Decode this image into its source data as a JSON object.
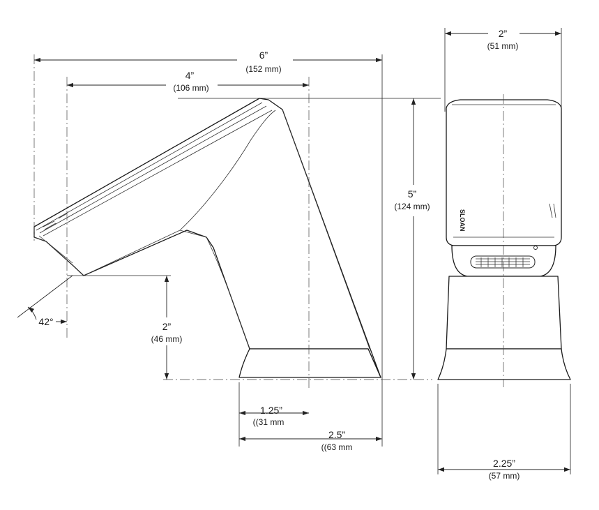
{
  "dimensions": {
    "total_length": {
      "imperial": "6”",
      "metric": "(152 mm)"
    },
    "spout_reach": {
      "imperial": "4”",
      "metric": "(106 mm)"
    },
    "height": {
      "imperial": "5”",
      "metric": "(124 mm)"
    },
    "spout_clearance": {
      "imperial": "2”",
      "metric": "(46 mm)"
    },
    "angle": "42°",
    "base_to_center": {
      "imperial": "1.25”",
      "metric": "((31 mm"
    },
    "base_depth": {
      "imperial": "2.5”",
      "metric": "((63 mm"
    },
    "front_top_width": {
      "imperial": "2”",
      "metric": "(51 mm)"
    },
    "front_base_width": {
      "imperial": "2.25”",
      "metric": "(57 mm)"
    }
  },
  "colors": {
    "line": "#1a1a1a",
    "background": "#ffffff"
  },
  "brand_mark_text": "SLOAN"
}
